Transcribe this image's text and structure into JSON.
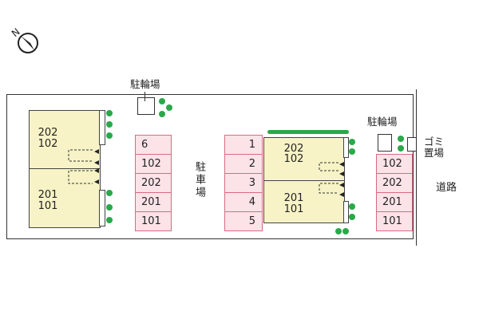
{
  "labels": {
    "bicycle_parking_top": "駐輪場",
    "bicycle_parking_right": "駐輪場",
    "parking": "駐車場",
    "garbage_line1": "ゴミ",
    "garbage_line2": "置場",
    "road": "道路"
  },
  "building_left": {
    "upper": [
      "202",
      "102"
    ],
    "lower": [
      "201",
      "101"
    ]
  },
  "building_right": {
    "upper": [
      "202",
      "102"
    ],
    "lower": [
      "201",
      "101"
    ]
  },
  "parking_left": [
    "6",
    "102",
    "202",
    "201",
    "101"
  ],
  "parking_middle": [
    "1",
    "2",
    "3",
    "4",
    "5"
  ],
  "parking_right": [
    "102",
    "202",
    "201",
    "101"
  ],
  "colors": {
    "building": "#f7f3c6",
    "parking_fill": "#fbe3e8",
    "parking_border": "#d96b82",
    "tree": "#2aa84a"
  },
  "icons": {
    "north": "north-arrow-icon"
  }
}
